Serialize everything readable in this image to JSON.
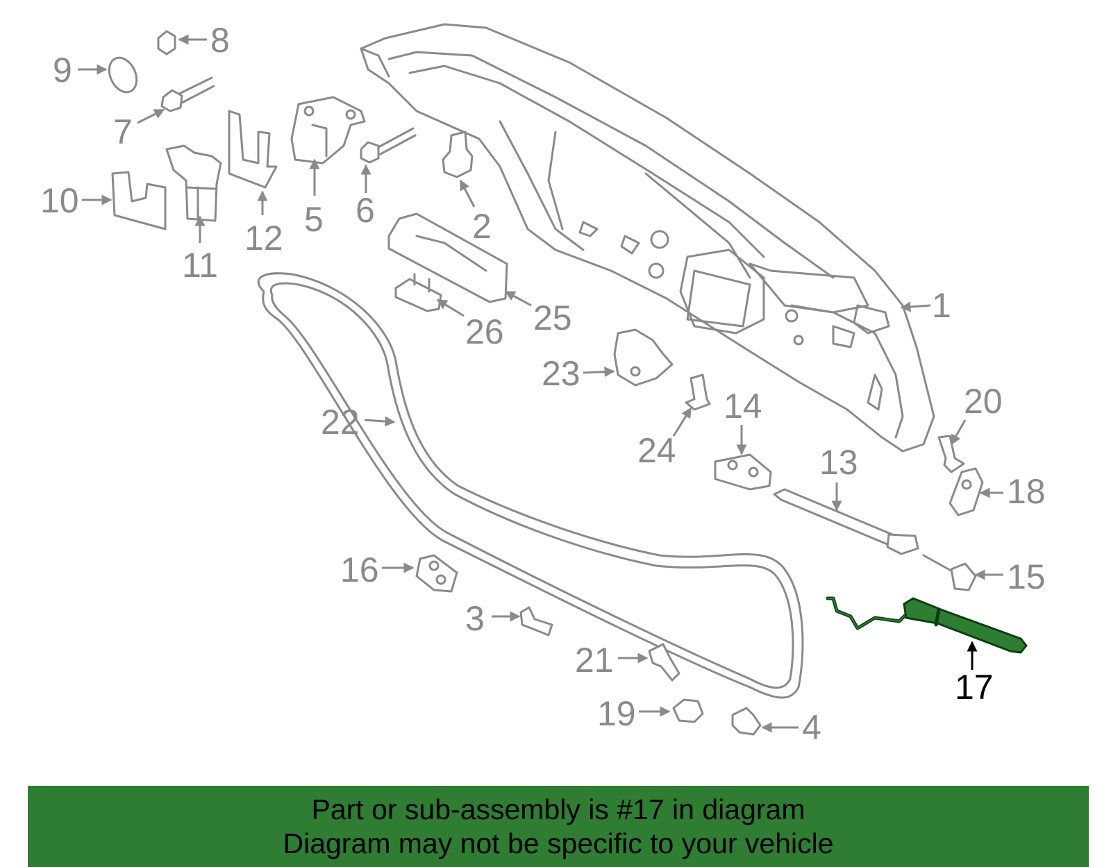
{
  "callouts": [
    "1",
    "2",
    "3",
    "4",
    "5",
    "6",
    "7",
    "8",
    "9",
    "10",
    "11",
    "12",
    "13",
    "14",
    "15",
    "16",
    "17",
    "18",
    "19",
    "20",
    "21",
    "22",
    "23",
    "24",
    "25",
    "26"
  ],
  "highlighted_part": "17",
  "footer": {
    "line1": "Part or sub-assembly is #17 in diagram",
    "line2": "Diagram may not be specific to your vehicle"
  },
  "colors": {
    "part_stroke": "#8a8a8a",
    "highlight_fill": "#2f7d32",
    "highlight_stroke": "#0d3d10",
    "banner": "#2e7d32"
  }
}
